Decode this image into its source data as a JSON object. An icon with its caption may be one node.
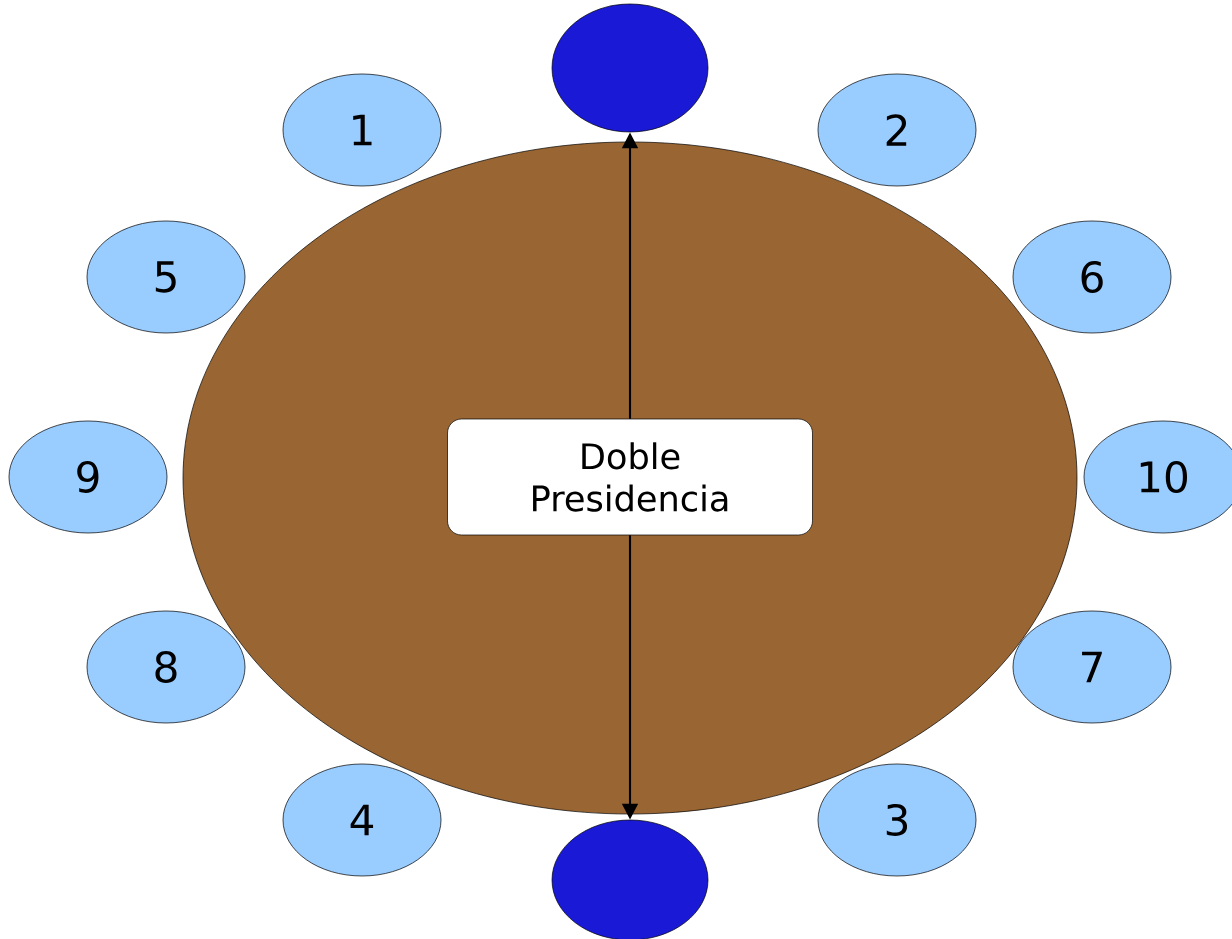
{
  "diagram": {
    "nodes": [
      {
        "text": [],
        "shape": "ellipse"
      },
      {
        "text": [
          "Doble Presidencia"
        ],
        "in": 0
      },
      {
        "text": [],
        "shape": "ellipse"
      },
      {
        "text": [],
        "shape": "ellipse"
      },
      {
        "text": [
          "1"
        ]
      },
      {
        "text": [
          "2"
        ]
      },
      {
        "text": [
          "5"
        ]
      },
      {
        "text": [
          "6"
        ]
      },
      {
        "text": [
          "9"
        ]
      },
      {
        "text": [
          "10"
        ]
      },
      {
        "text": [
          "8"
        ]
      },
      {
        "text": [
          "7"
        ]
      },
      {
        "text": [
          "4"
        ]
      },
      {
        "text": [
          "3"
        ]
      }
    ],
    "edges": [
      {
        "from": 1,
        "to": 2,
        "arrow": "to"
      },
      {
        "from": 1,
        "to": 3,
        "arrow": "to"
      }
    ]
  }
}
